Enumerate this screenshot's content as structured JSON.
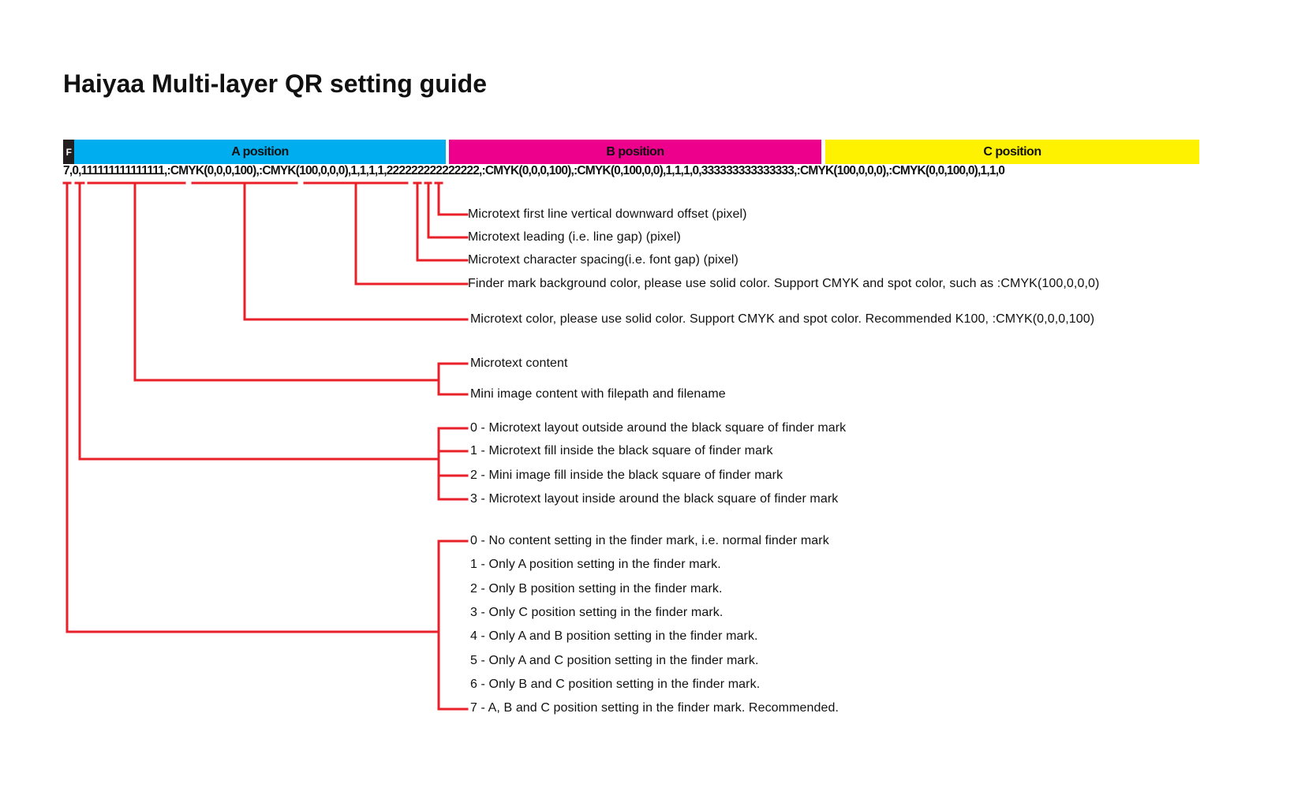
{
  "title": "Haiyaa Multi-layer QR setting guide",
  "header": {
    "f_label": "F",
    "a_label": "A position",
    "b_label": "B position",
    "c_label": "C position",
    "colors": {
      "f": "#231f20",
      "a": "#00aeef",
      "b": "#ec008c",
      "c": "#fff200",
      "leader": "#e8202a"
    }
  },
  "code_string": "7,0,111111111111111,:CMYK(0,0,0,100),:CMYK(100,0,0,0),1,1,1,1,222222222222222,:CMYK(0,0,0,100),:CMYK(0,100,0,0),1,1,1,0,333333333333333,:CMYK(100,0,0,0),:CMYK(0,0,100,0),1,1,0",
  "notes": {
    "offset": "Microtext first line vertical downward offset (pixel)",
    "leading": "Microtext leading (i.e. line gap) (pixel)",
    "spacing": "Microtext character spacing(i.e. font gap) (pixel)",
    "bg_color": "Finder mark background color, please use solid color. Support CMYK and spot color, such as :CMYK(100,0,0,0)",
    "text_color": "Microtext color, please use solid color. Support CMYK and spot color. Recommended K100, :CMYK(0,0,0,100)",
    "content": [
      "Microtext content",
      "Mini image content with filepath and filename"
    ],
    "layout": [
      "0 - Microtext layout outside around the black square of finder mark",
      "1 - Microtext fill inside the black square of finder mark",
      "2 - Mini image fill inside the black square of finder mark",
      "3 - Microtext layout inside around the black square of finder mark"
    ],
    "mode": [
      "0 - No content setting in the finder mark, i.e. normal finder mark",
      "1 - Only A position setting in the finder mark.",
      "2 - Only B position setting in the finder mark.",
      "3 - Only C position setting in the finder mark.",
      "4 - Only A and B position setting in the finder mark.",
      "5 - Only A and C position setting in the finder mark.",
      "6 - Only B and C position setting in the finder mark.",
      "7 - A, B and C position setting in the finder mark. Recommended."
    ]
  }
}
